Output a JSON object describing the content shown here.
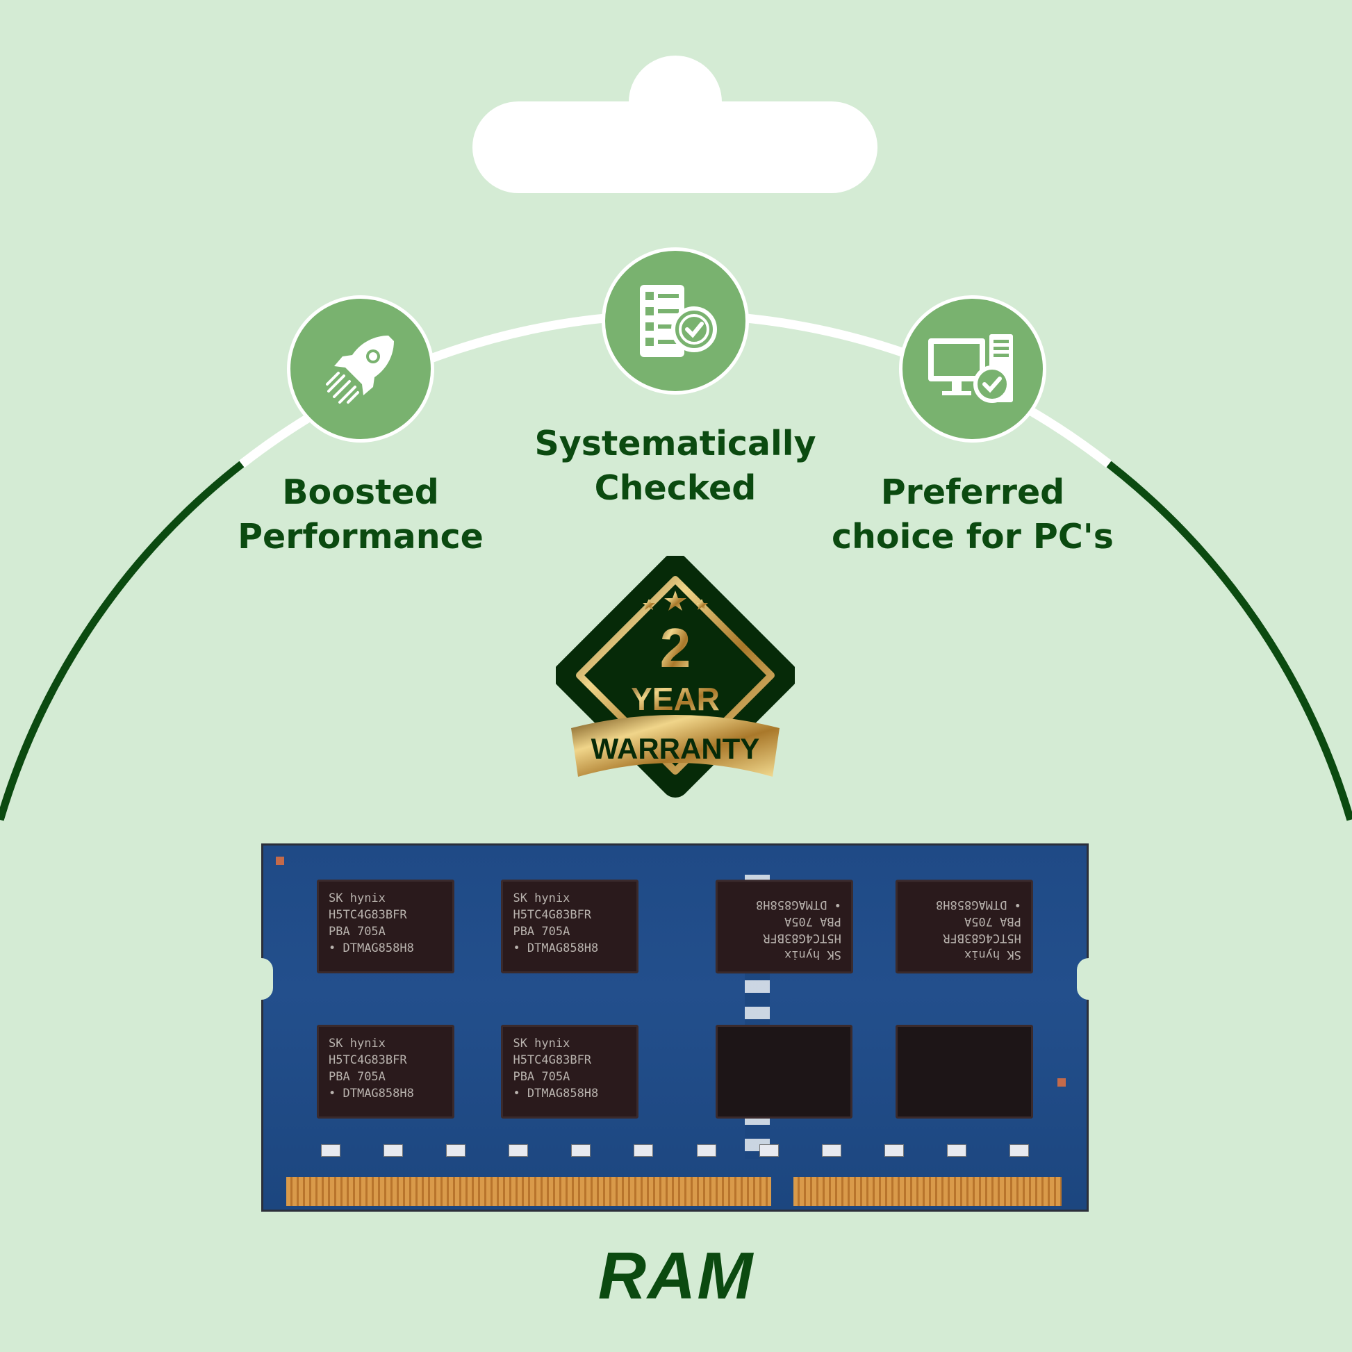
{
  "colors": {
    "background": "#d4ebd4",
    "brand_green": "#0b4a10",
    "icon_circle": "#79b26f",
    "gold": "#c9a24a"
  },
  "features": [
    {
      "icon": "rocket-icon",
      "line1": "Boosted",
      "line2": "Performance"
    },
    {
      "icon": "checklist-icon",
      "line1": "Systematically",
      "line2": "Checked"
    },
    {
      "icon": "desktop-pc-check-icon",
      "line1": "Preferred",
      "line2": "choice for PC's"
    }
  ],
  "badge": {
    "number": "2",
    "year": "YEAR",
    "warranty": "WARRANTY",
    "stars": 3
  },
  "product": {
    "chips": [
      {
        "brand": "SK hynix",
        "part": "H5TC4G83BFR",
        "lot": "PBA    705A",
        "code": "• DTMAG858H8"
      },
      {
        "brand": "SK hynix",
        "part": "H5TC4G83BFR",
        "lot": "PBA    705A",
        "code": "• DTMAG858H8"
      },
      {
        "brand": "SK hynix",
        "part": "H5TC4G83BFR",
        "lot": "PBA    705A",
        "code": "• DTMAG858H8"
      },
      {
        "brand": "SK hynix",
        "part": "H5TC4G83BFR",
        "lot": "PBA    705A",
        "code": "• DTMAG858H8"
      },
      {
        "brand": "SK hynix",
        "part": "H5TC4G83BFR",
        "lot": "PBA    705A",
        "code": "• DTMAG858H8"
      },
      {
        "brand": "SK hynix",
        "part": "H5TC4G83BFR",
        "lot": "PBA    705A",
        "code": "• DTMAG858H8"
      }
    ]
  },
  "logo": {
    "text": "RAM"
  }
}
